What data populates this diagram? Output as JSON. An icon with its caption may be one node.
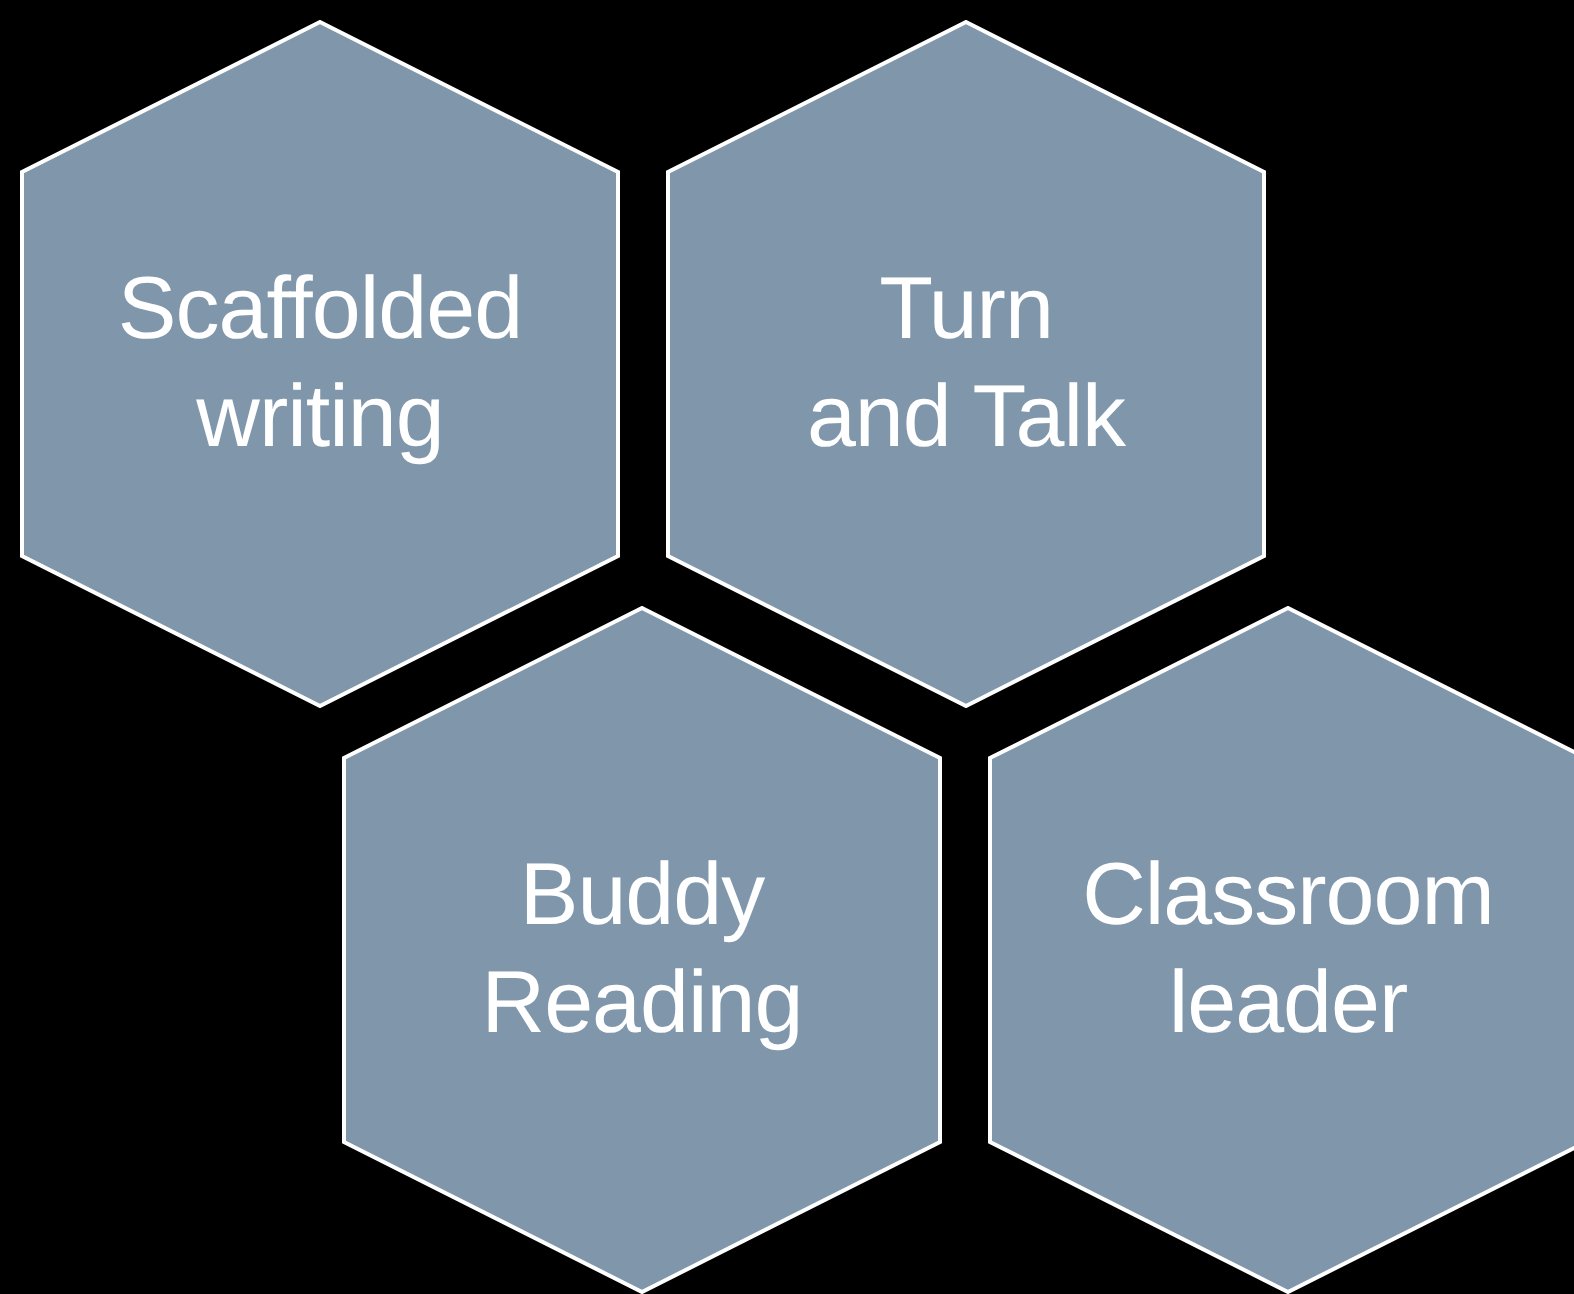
{
  "diagram": {
    "nodes": [
      {
        "text": [
          "Scaffolded writing"
        ]
      },
      {
        "text": [
          "Turn and Talk"
        ]
      },
      {
        "text": [
          "Buddy Reading"
        ]
      },
      {
        "text": [
          "Classroom leader"
        ]
      }
    ]
  }
}
